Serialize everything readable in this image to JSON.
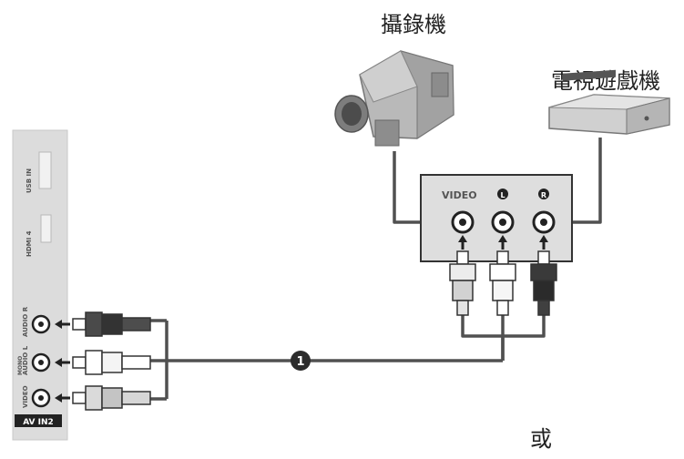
{
  "labels": {
    "camcorder": "攝錄機",
    "game_console": "電視遊戲機",
    "or": "或"
  },
  "jack_panel": {
    "video": "VIDEO",
    "left": "L",
    "right": "R"
  },
  "tv_side": {
    "usb": "USB IN",
    "hdmi": "HDMI 4",
    "audio_l": "AUDIO L",
    "audio_r": "AUDIO R",
    "mono": "MONO",
    "video": "VIDEO",
    "av_in": "AV IN2"
  },
  "callout": {
    "number": "1"
  },
  "colors": {
    "cable": "#505050",
    "tv_panel": "#dcdcdc",
    "jack_panel": "#dedede",
    "plug_black": "#3a3a3a",
    "plug_white": "#f2f2f2",
    "plug_grey": "#c4c4c4"
  }
}
